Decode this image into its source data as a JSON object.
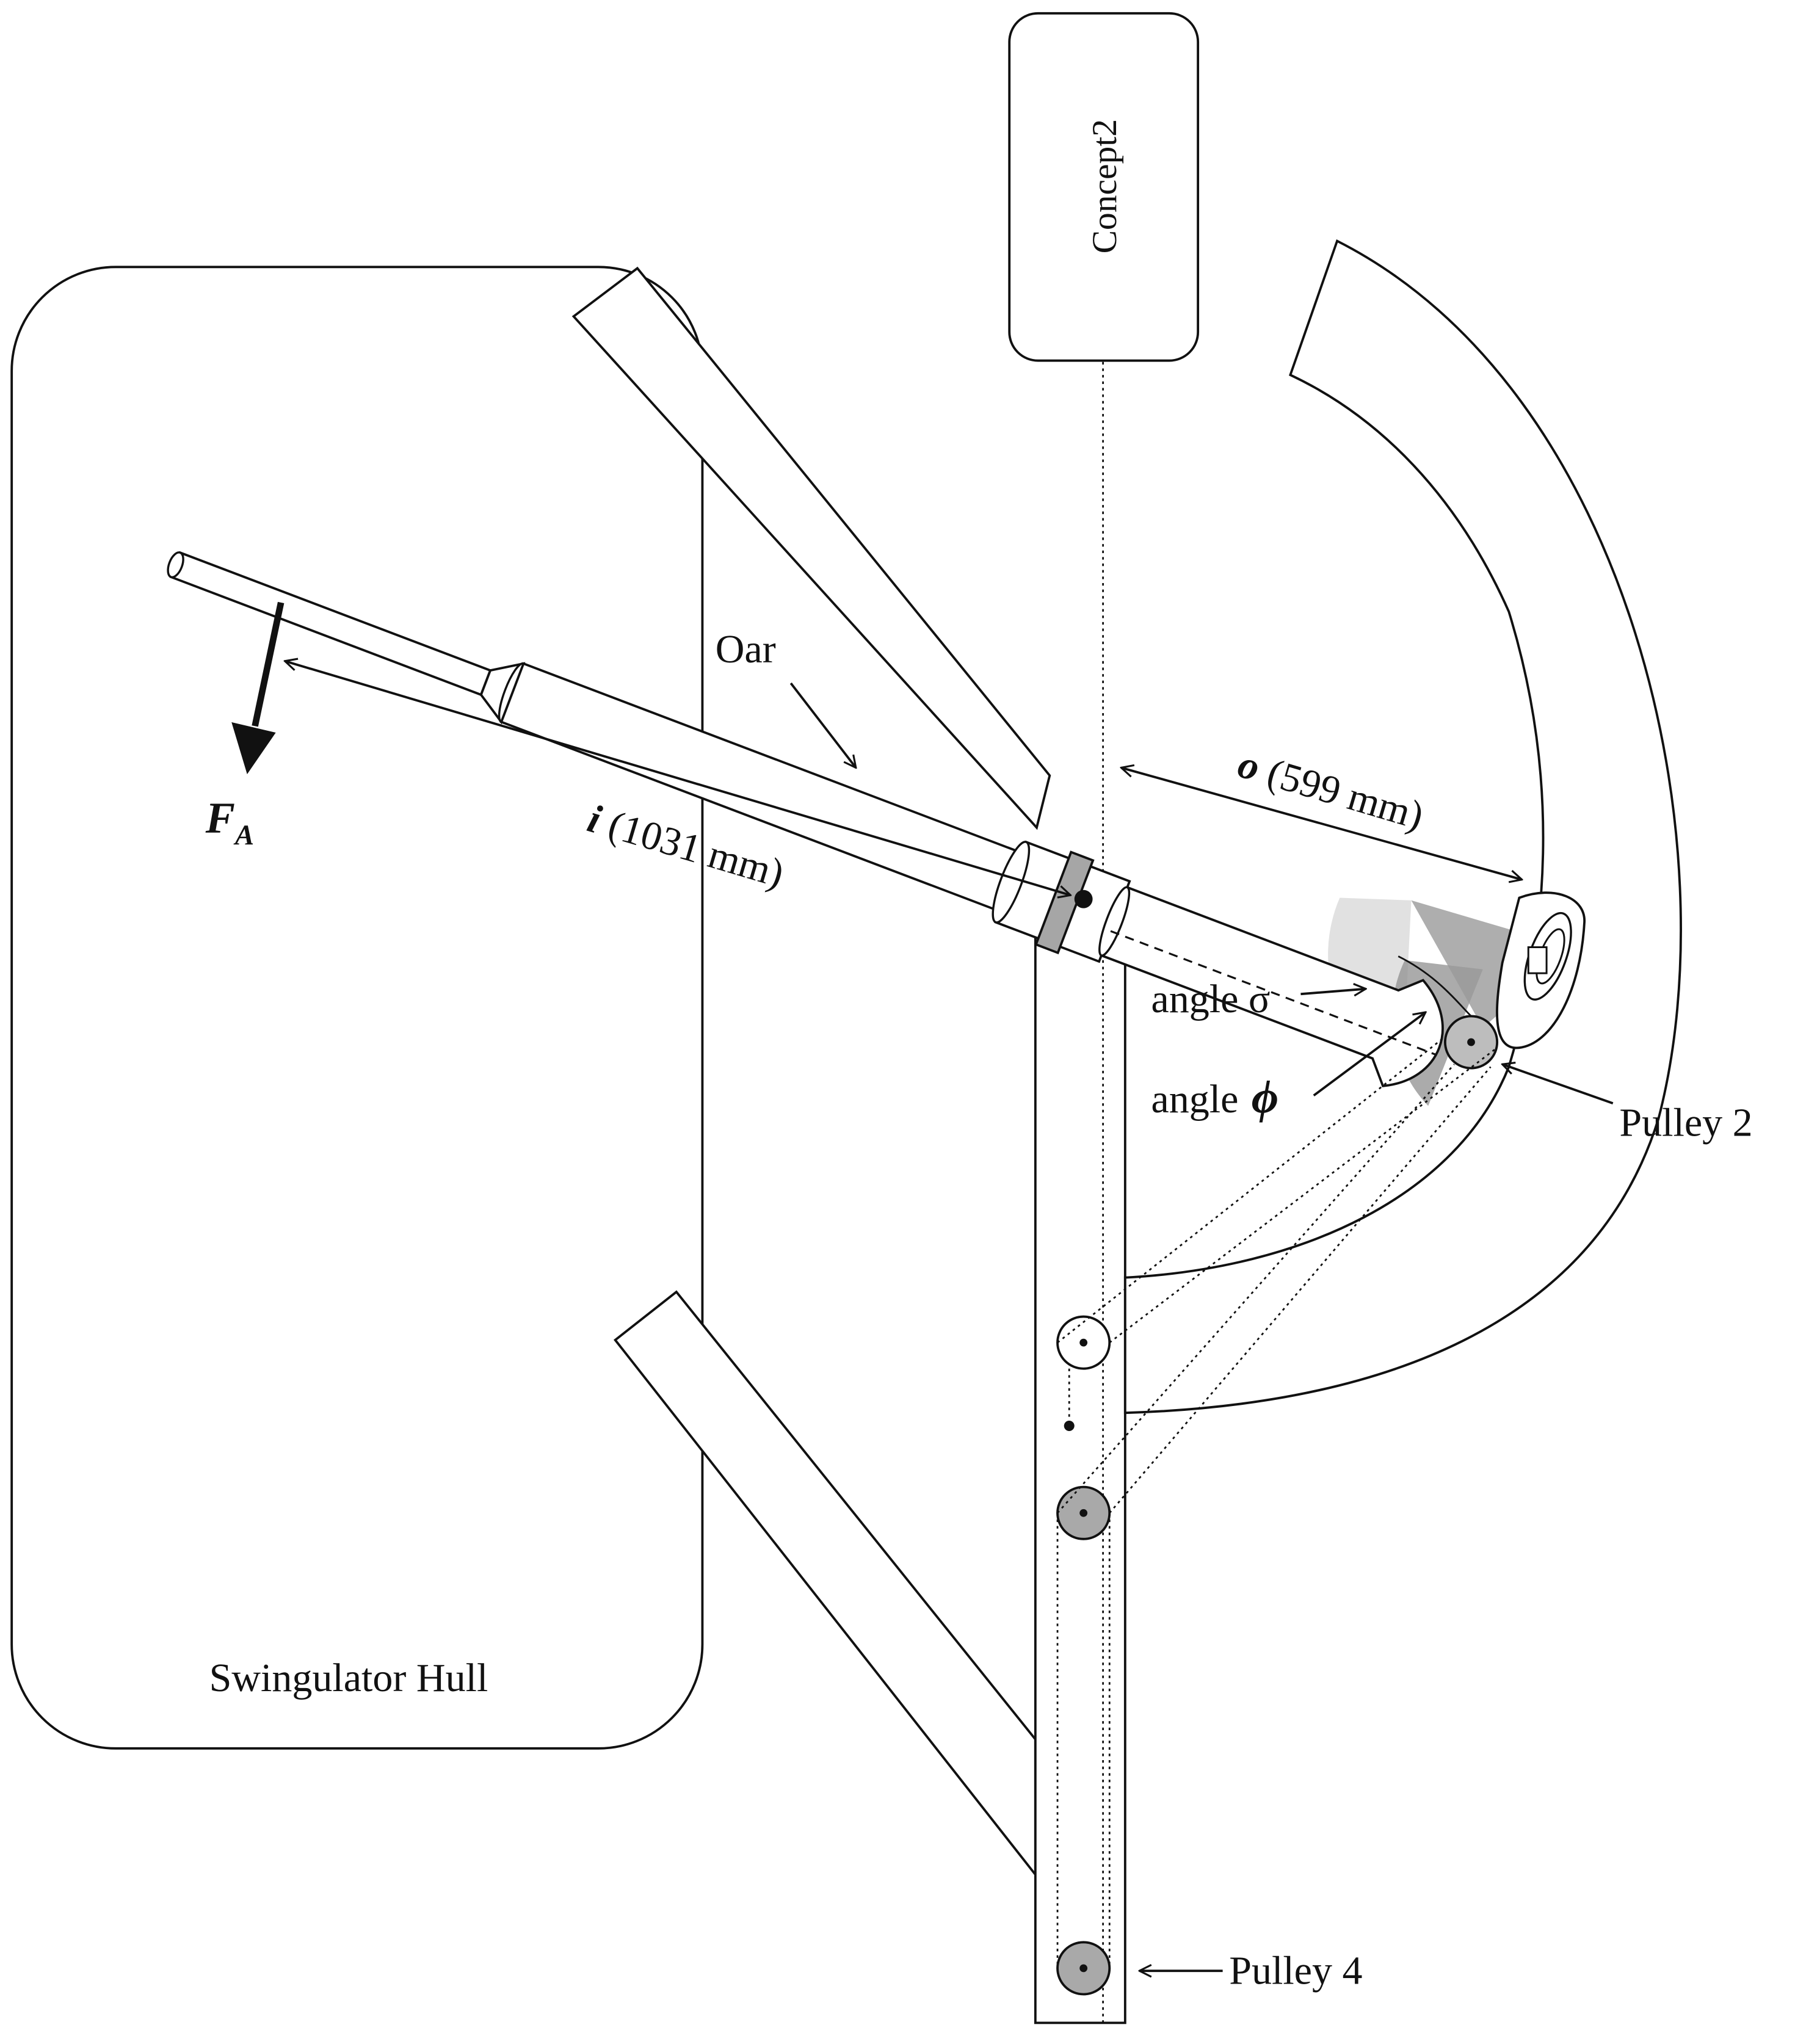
{
  "labels": {
    "concept2": "Concept2",
    "hull": "Swingulator Hull",
    "oar": "Oar",
    "force_symbol": "F",
    "force_subscript": "A",
    "inboard_symbol": "i",
    "inboard_value": "(1031 mm)",
    "outboard_symbol": "o",
    "outboard_value": "(599 mm)",
    "angle_sigma": "angle σ",
    "angle_phi_word": "angle",
    "angle_phi_symbol": "ϕ",
    "pulley2": "Pulley 2",
    "pulley4": "Pulley 4"
  },
  "colors": {
    "stroke": "#111111",
    "pulley_gray": "#a9a9a9",
    "collar_gray": "#a6a6a6",
    "sector_light": "#d9d9d9",
    "sector_dark": "#8c8c8c"
  }
}
